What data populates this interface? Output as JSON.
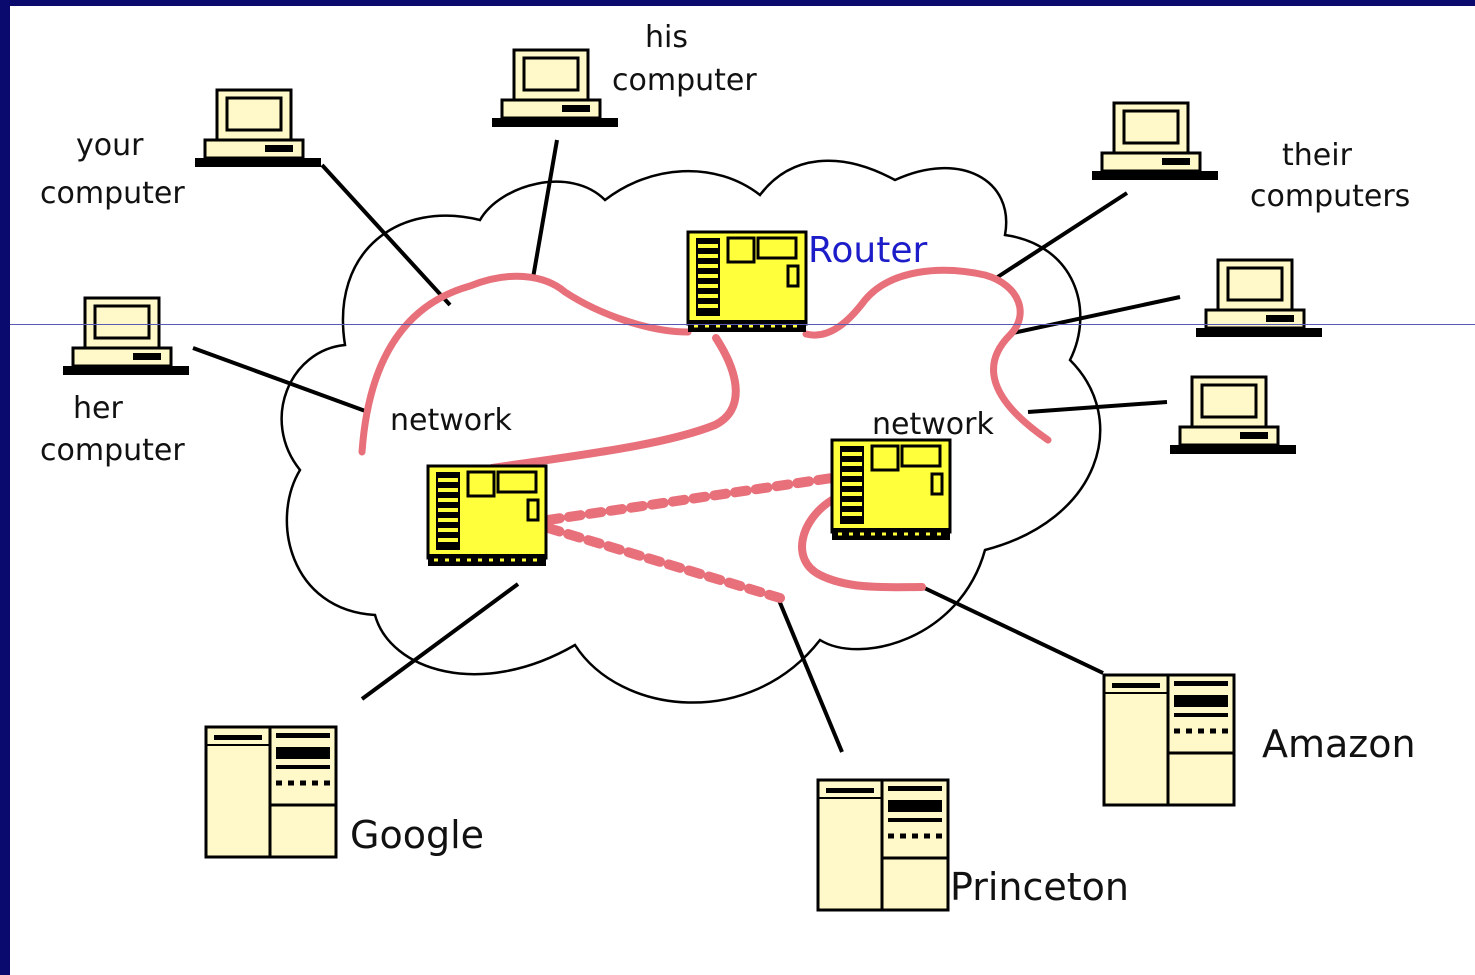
{
  "labels": {
    "his": "his",
    "his_computer": "computer",
    "your": "your",
    "your_computer": "computer",
    "her": "her",
    "her_computer": "computer",
    "their": "their",
    "their_computers": "computers",
    "router": "Router",
    "network_left": "network",
    "network_right": "network",
    "google": "Google",
    "princeton": "Princeton",
    "amazon": "Amazon"
  },
  "colors": {
    "frame": "#0a0a6e",
    "link": "#e8707a",
    "router_fill": "#ffff3c",
    "server_fill": "#fff8c8",
    "router_text": "#1c1cc8"
  }
}
